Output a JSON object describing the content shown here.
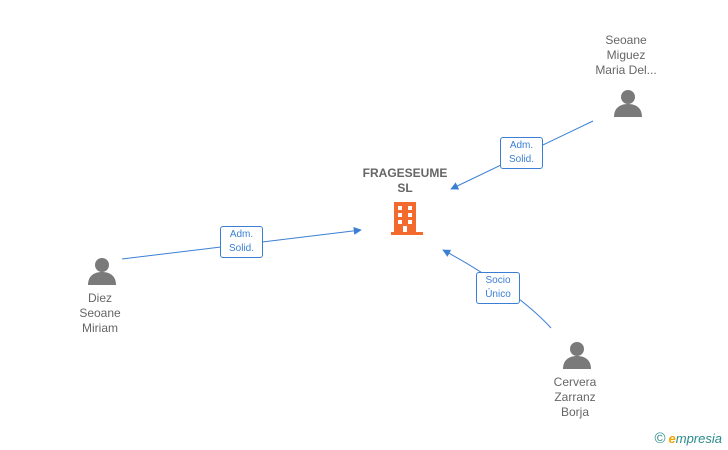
{
  "colors": {
    "edge": "#3b7fd4",
    "person": "#7a7a7a",
    "company": "#f26a2e",
    "text": "#666666"
  },
  "company": {
    "name_line1": "FRAGESEUME",
    "name_line2": "SL",
    "icon": "building-icon"
  },
  "people": [
    {
      "id": "seoane",
      "lines": [
        "Seoane",
        "Miguez",
        "Maria Del..."
      ],
      "icon": "person-icon"
    },
    {
      "id": "diez",
      "lines": [
        "Diez",
        "Seoane",
        "Miriam"
      ],
      "icon": "person-icon"
    },
    {
      "id": "cervera",
      "lines": [
        "Cervera",
        "Zarranz",
        "Borja"
      ],
      "icon": "person-icon"
    }
  ],
  "edges": [
    {
      "from": "seoane",
      "role_line1": "Adm.",
      "role_line2": "Solid."
    },
    {
      "from": "diez",
      "role_line1": "Adm.",
      "role_line2": "Solid."
    },
    {
      "from": "cervera",
      "role_line1": "Socio",
      "role_line2": "Único"
    }
  ],
  "watermark": {
    "symbol": "©",
    "brand_first": "e",
    "brand_rest": "mpresia"
  }
}
